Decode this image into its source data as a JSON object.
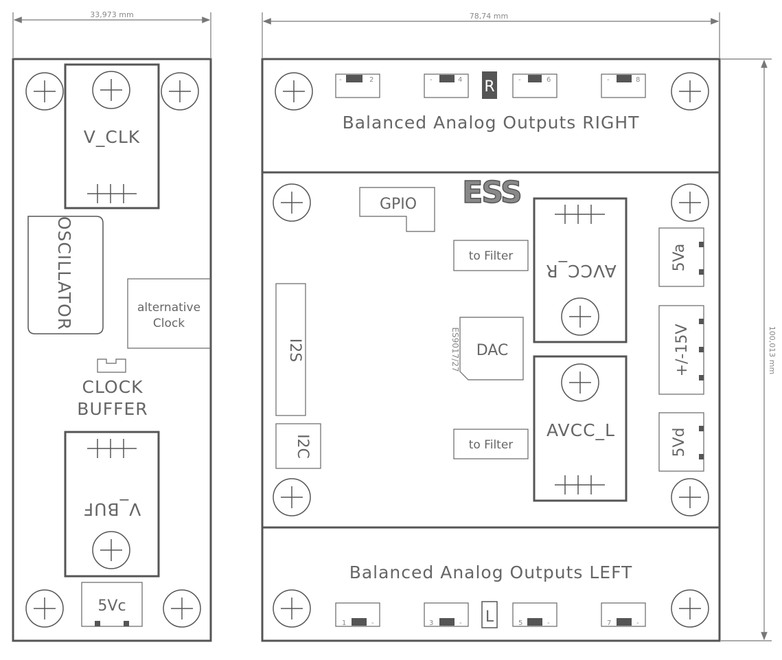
{
  "dimensions": {
    "left_width": "33,973 mm",
    "right_width": "78,74 mm",
    "right_height": "100,013 mm"
  },
  "left_board": {
    "v_clk": "V_CLK",
    "oscillator": "OSCILLATOR",
    "alternative_clock_line1": "alternative",
    "alternative_clock_line2": "Clock",
    "clock_buffer_line1": "CLOCK",
    "clock_buffer_line2": "BUFFER",
    "v_buf": "V_BUF",
    "five_vc": "5Vc"
  },
  "right_board": {
    "top_label": "Balanced Analog Outputs RIGHT",
    "bottom_label": "Balanced Analog Outputs LEFT",
    "r_marker": "R",
    "l_marker": "L",
    "top_connectors": [
      {
        "minus": "-",
        "number": "2"
      },
      {
        "minus": "-",
        "number": "4"
      },
      {
        "minus": "-",
        "number": "6"
      },
      {
        "minus": "-",
        "number": "8"
      }
    ],
    "bottom_connectors": [
      {
        "minus": "-",
        "number": "1"
      },
      {
        "minus": "-",
        "number": "3"
      },
      {
        "minus": "-",
        "number": "5"
      },
      {
        "minus": "-",
        "number": "7"
      }
    ],
    "logo": "ESS",
    "gpio": "GPIO",
    "to_filter_top": "to Filter",
    "to_filter_bottom": "to Filter",
    "avcc_r": "AVCC_R",
    "avcc_l": "AVCC_L",
    "dac": "DAC",
    "dac_part": "ES9017/27",
    "i2s": "I2S",
    "i2c": "I2C",
    "five_va": "5Va",
    "pm15v": "+/-15V",
    "five_vd": "5Vd"
  },
  "colors": {
    "line": "#555555",
    "text": "#666666",
    "pad": "#555555",
    "background": "#ffffff"
  }
}
